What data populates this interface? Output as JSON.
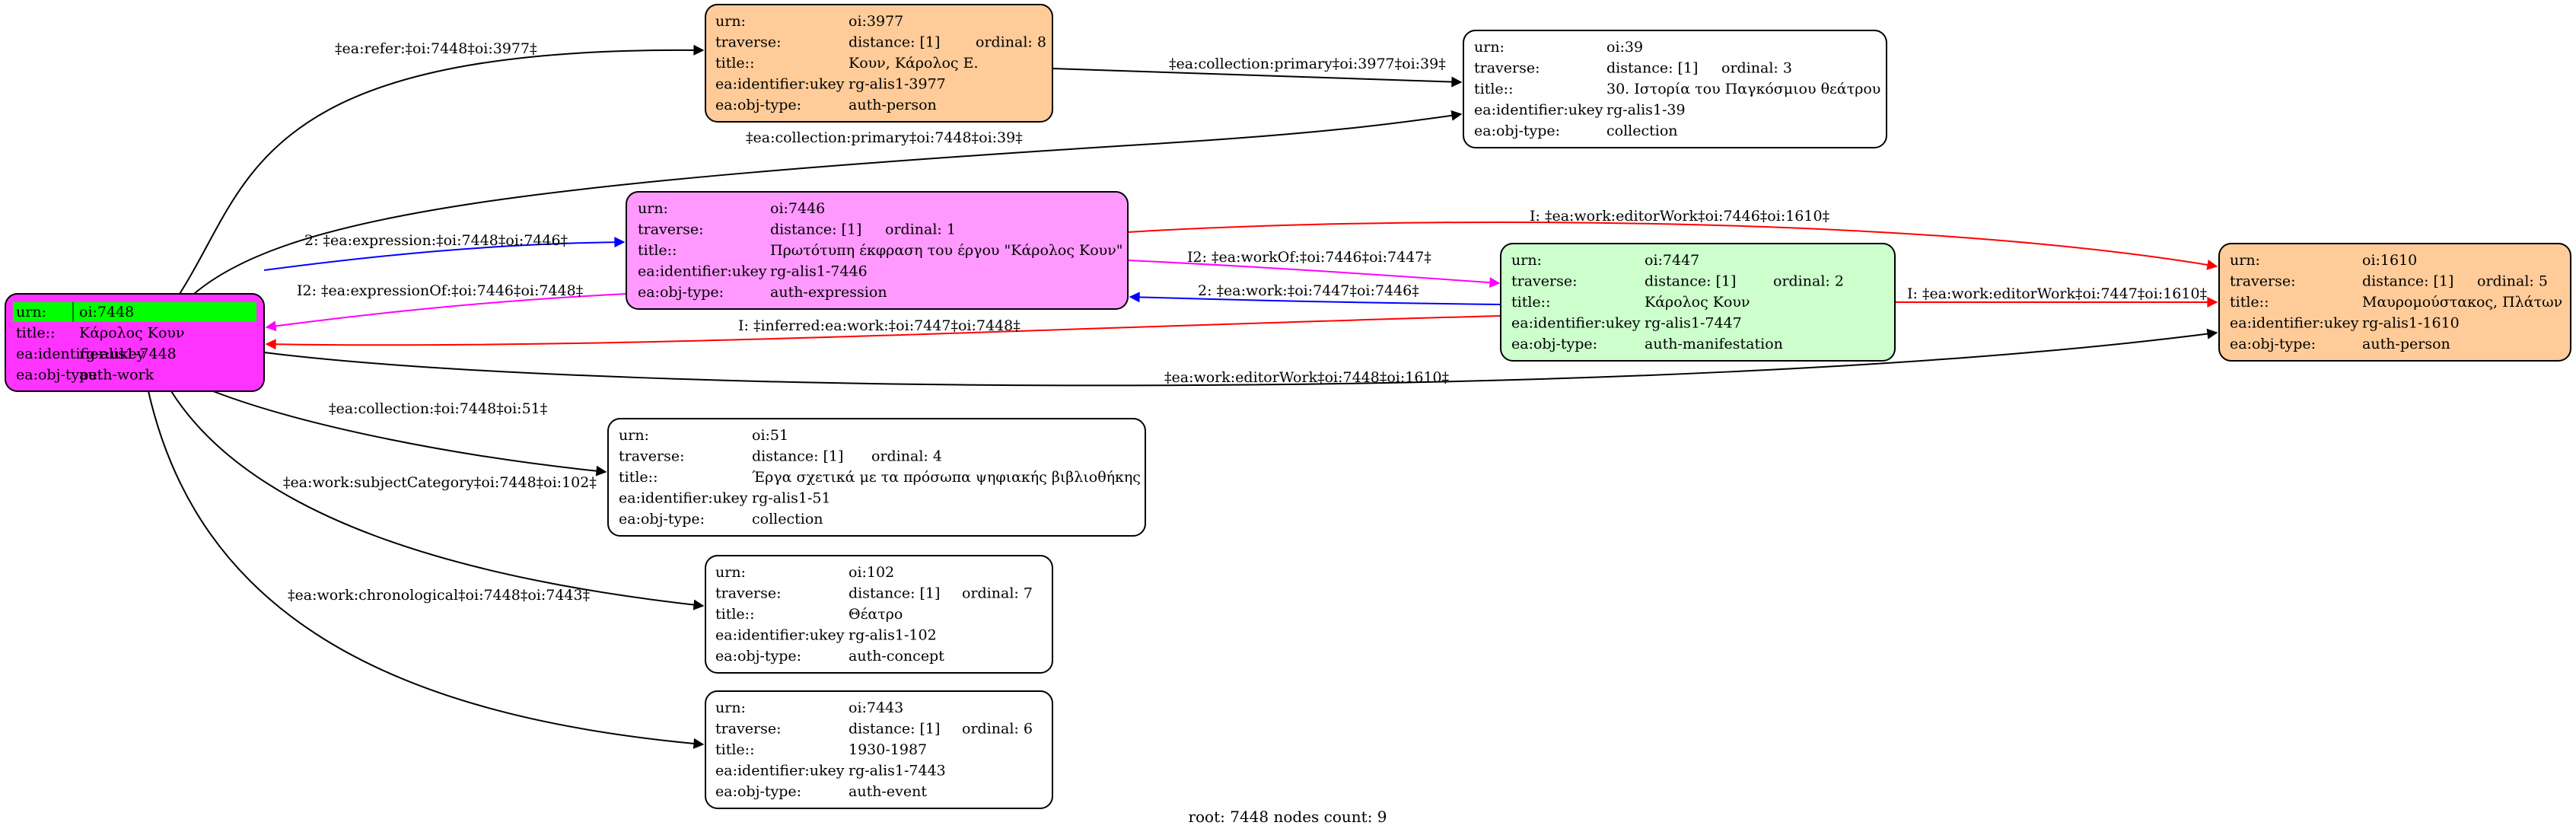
{
  "caption": "root: 7448 nodes count: 9",
  "row_keys": [
    "urn:",
    "traverse:",
    "title::",
    "ea:identifier:ukey",
    "ea:obj-type:"
  ],
  "nodes": {
    "n7448": {
      "urn": "oi:7448",
      "title": "Κάρολος Κουν",
      "ukey": "rg-alis1-7448",
      "type": "auth-work",
      "fill": "#ff33ff",
      "urn_highlight": "#00ff00"
    },
    "n3977": {
      "urn": "oi:3977",
      "distance": "distance: [1]",
      "ordinal": "ordinal: 8",
      "title": "Κουν, Κάρολος Ε.",
      "ukey": "rg-alis1-3977",
      "type": "auth-person",
      "fill": "#ffcc99"
    },
    "n39": {
      "urn": "oi:39",
      "distance": "distance: [1]",
      "ordinal": "ordinal: 3",
      "title": "30. Ιστορία του Παγκόσμιου θεάτρου",
      "ukey": "rg-alis1-39",
      "type": "collection",
      "fill": "#ffffff"
    },
    "n7446": {
      "urn": "oi:7446",
      "distance": "distance: [1]",
      "ordinal": "ordinal: 1",
      "title": "Πρωτότυπη έκφραση του έργου \"Κάρολος Κουν\"",
      "ukey": "rg-alis1-7446",
      "type": "auth-expression",
      "fill": "#ff99ff"
    },
    "n7447": {
      "urn": "oi:7447",
      "distance": "distance: [1]",
      "ordinal": "ordinal: 2",
      "title": "Κάρολος Κουν",
      "ukey": "rg-alis1-7447",
      "type": "auth-manifestation",
      "fill": "#ccffcc"
    },
    "n1610": {
      "urn": "oi:1610",
      "distance": "distance: [1]",
      "ordinal": "ordinal: 5",
      "title": "Μαυρομούστακος, Πλάτων",
      "ukey": "rg-alis1-1610",
      "type": "auth-person",
      "fill": "#ffcc99"
    },
    "n51": {
      "urn": "oi:51",
      "distance": "distance: [1]",
      "ordinal": "ordinal: 4",
      "title": "Έργα σχετικά με τα πρόσωπα ψηφιακής βιβλιοθήκης",
      "ukey": "rg-alis1-51",
      "type": "collection",
      "fill": "#ffffff"
    },
    "n102": {
      "urn": "oi:102",
      "distance": "distance: [1]",
      "ordinal": "ordinal: 7",
      "title": "Θέατρο",
      "ukey": "rg-alis1-102",
      "type": "auth-concept",
      "fill": "#ffffff"
    },
    "n7443": {
      "urn": "oi:7443",
      "distance": "distance: [1]",
      "ordinal": "ordinal: 6",
      "title": "1930-1987",
      "ukey": "rg-alis1-7443",
      "type": "auth-event",
      "fill": "#ffffff"
    }
  },
  "edges": {
    "e1": {
      "label": "‡ea:refer:‡oi:7448‡oi:3977‡",
      "color": "#000000"
    },
    "e2": {
      "label": "‡ea:collection:primary‡oi:3977‡oi:39‡",
      "color": "#000000"
    },
    "e3": {
      "label": "‡ea:collection:primary‡oi:7448‡oi:39‡",
      "color": "#000000"
    },
    "e4": {
      "label": "2: ‡ea:expression:‡oi:7448‡oi:7446‡",
      "color": "#0000ff"
    },
    "e5": {
      "label": "I2: ‡ea:expressionOf:‡oi:7446‡oi:7448‡",
      "color": "#ff00ff"
    },
    "e6": {
      "label": "I: ‡ea:work:editorWork‡oi:7446‡oi:1610‡",
      "color": "#ff0000"
    },
    "e7": {
      "label": "I2: ‡ea:workOf:‡oi:7446‡oi:7447‡",
      "color": "#ff00ff"
    },
    "e8": {
      "label": "2: ‡ea:work:‡oi:7447‡oi:7446‡",
      "color": "#0000ff"
    },
    "e9": {
      "label": "I: ‡ea:work:editorWork‡oi:7447‡oi:1610‡",
      "color": "#ff0000"
    },
    "e10": {
      "label": "I: ‡inferred:ea:work:‡oi:7447‡oi:7448‡",
      "color": "#ff0000"
    },
    "e11": {
      "label": "‡ea:work:editorWork‡oi:7448‡oi:1610‡",
      "color": "#000000"
    },
    "e12": {
      "label": "‡ea:collection:‡oi:7448‡oi:51‡",
      "color": "#000000"
    },
    "e13": {
      "label": "‡ea:work:subjectCategory‡oi:7448‡oi:102‡",
      "color": "#000000"
    },
    "e14": {
      "label": "‡ea:work:chronological‡oi:7448‡oi:7443‡",
      "color": "#000000"
    }
  }
}
